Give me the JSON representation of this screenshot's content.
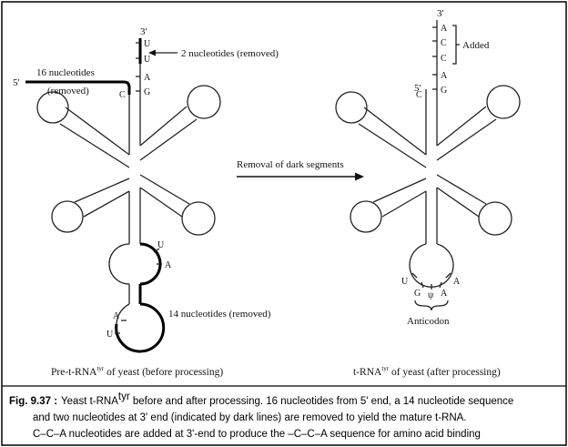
{
  "left_panel": {
    "end3_label": "3'",
    "end5_label": "5'",
    "removed_2_label": "2 nucleotides (removed)",
    "removed_16_line1": "16 nucleotides",
    "removed_16_line2": "(removed)",
    "removed_14_label": "14 nucleotides (removed)",
    "stem_bases": [
      "U",
      "U",
      "A",
      "G"
    ],
    "c_base": "C",
    "loop_bases": [
      "U",
      "A"
    ],
    "intron_bases": [
      "A",
      "U"
    ],
    "caption": "Pre-t-RNA",
    "caption_sup": "tyr",
    "caption_rest": " of yeast (before processing)"
  },
  "middle": {
    "arrow_label": "Removal of dark segments"
  },
  "right_panel": {
    "end3_label": "3'",
    "end5_label": "5'",
    "stem_bases": [
      "A",
      "C",
      "C",
      "A",
      "G"
    ],
    "c_base": "C",
    "added_label": "Added",
    "anticodon_bases": [
      "U",
      "G",
      "ψ",
      "A",
      "A"
    ],
    "anticodon_label": "Anticodon",
    "caption": "t-RNA",
    "caption_sup": "tyr",
    "caption_rest": " of yeast (after processing)"
  },
  "figure_caption": {
    "fig_label": "Fig. 9.37 :",
    "line1_a": "Yeast t-RNA",
    "line1_sup": "tyr",
    "line1_b": " before and after processing. 16 nucleotides from 5' end, a 14 nucleotide sequence",
    "line2": "and two nucleotides at 3' end (indicated by dark lines) are removed to yield the mature t-RNA.",
    "line3": "C–C–A nucleotides are added at 3'-end to produce the –C–C–A sequence for amino acid binding"
  }
}
